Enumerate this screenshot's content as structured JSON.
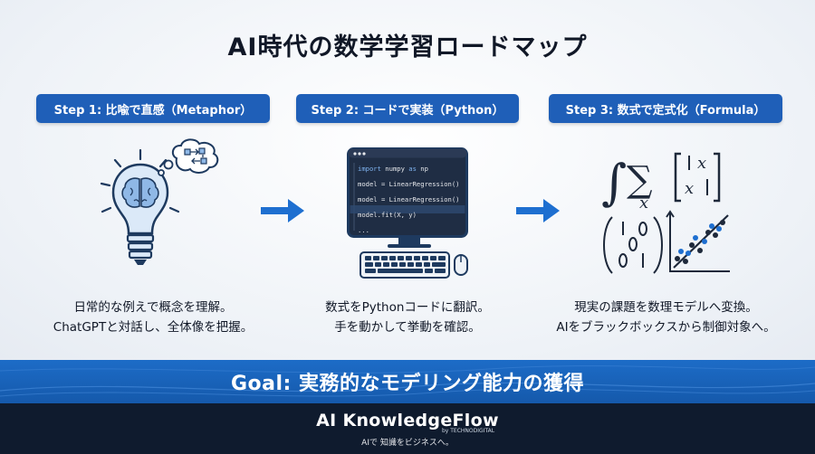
{
  "title": "AI時代の数学学習ロードマップ",
  "steps": [
    {
      "label": "Step 1: 比喩で直感（Metaphor）",
      "desc_line1": "日常的な例えで概念を理解。",
      "desc_line2": "ChatGPTと対話し、全体像を把握。",
      "icon": "lightbulb-brain-icon"
    },
    {
      "label": "Step 2: コードで実装（Python）",
      "desc_line1": "数式をPythonコードに翻訳。",
      "desc_line2": "手を動かして挙動を確認。",
      "icon": "computer-code-icon"
    },
    {
      "label": "Step 3: 数式で定式化（Formula）",
      "desc_line1": "現実の課題を数理モデルへ変換。",
      "desc_line2": "AIをブラックボックスから制御対象へ。",
      "icon": "math-formula-icon"
    }
  ],
  "code": {
    "line1_kw": "import",
    "line1_mod": "numpy",
    "line1_as": "as",
    "line1_alias": "np",
    "line2": "model = LinearRegression()",
    "line3": "model = LinearRegression()",
    "line4": "model.fit(X, y)",
    "line5": "..."
  },
  "goal": "Goal: 実務的なモデリング能力の獲得",
  "footer": {
    "brand": "AI KnowledgeFlow",
    "brand_sub": "by TECHNODIGITAL",
    "tagline": "AIで 知識をビジネスへ。"
  },
  "colors": {
    "accent": "#1f5fb8",
    "arrow": "#1e6fd0",
    "icon_stroke": "#1e3a5f",
    "icon_fill": "#dbe9f8",
    "footer": "#0f1b2e"
  }
}
